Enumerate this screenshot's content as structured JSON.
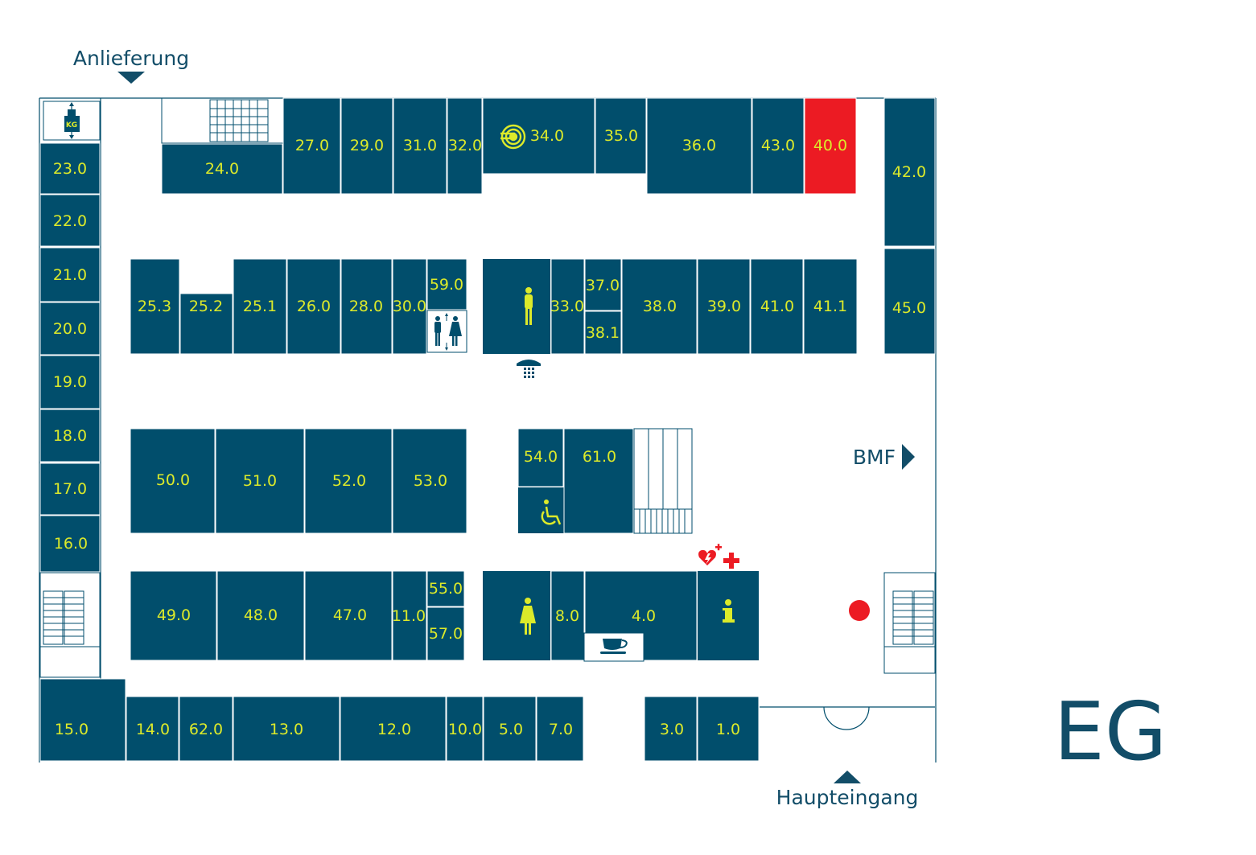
{
  "floor_label": "EG",
  "entrances": {
    "delivery": "Anlieferung",
    "main": "Haupteingang",
    "bmf": "BMF"
  },
  "colors": {
    "room": "#014e6c",
    "room_label": "#dcea2a",
    "highlight": "#ec1b23",
    "highlight_label": "#f5e41b",
    "text": "#124d68",
    "marker": "#ec1b23"
  },
  "highlighted_room": "40.0",
  "rooms": [
    "27.0",
    "29.0",
    "31.0",
    "32.0",
    "34.0",
    "35.0",
    "36.0",
    "43.0",
    "40.0",
    "42.0",
    "23.0",
    "24.0",
    "22.0",
    "21.0",
    "20.0",
    "19.0",
    "18.0",
    "17.0",
    "16.0",
    "25.3",
    "25.2",
    "25.1",
    "26.0",
    "28.0",
    "30.0",
    "59.0",
    "33.0",
    "37.0",
    "38.1",
    "38.0",
    "39.0",
    "41.0",
    "41.1",
    "45.0",
    "50.0",
    "51.0",
    "52.0",
    "53.0",
    "54.0",
    "61.0",
    "49.0",
    "48.0",
    "47.0",
    "11.0",
    "55.0",
    "57.0",
    "8.0",
    "4.0",
    "15.0",
    "14.0",
    "62.0",
    "13.0",
    "12.0",
    "10.0",
    "5.0",
    "7.0",
    "3.0",
    "1.0"
  ],
  "icons": [
    "kg-elevator-icon",
    "radiology-icon",
    "restroom-icon",
    "elevator-icon",
    "telephone-icon",
    "wheelchair-icon",
    "defibrillator-icon",
    "first-aid-icon",
    "coffee-icon",
    "information-icon",
    "female-toilet-icon",
    "male-toilet-icon"
  ],
  "elevator_badge": "KG",
  "location_marker": "you-are-here"
}
